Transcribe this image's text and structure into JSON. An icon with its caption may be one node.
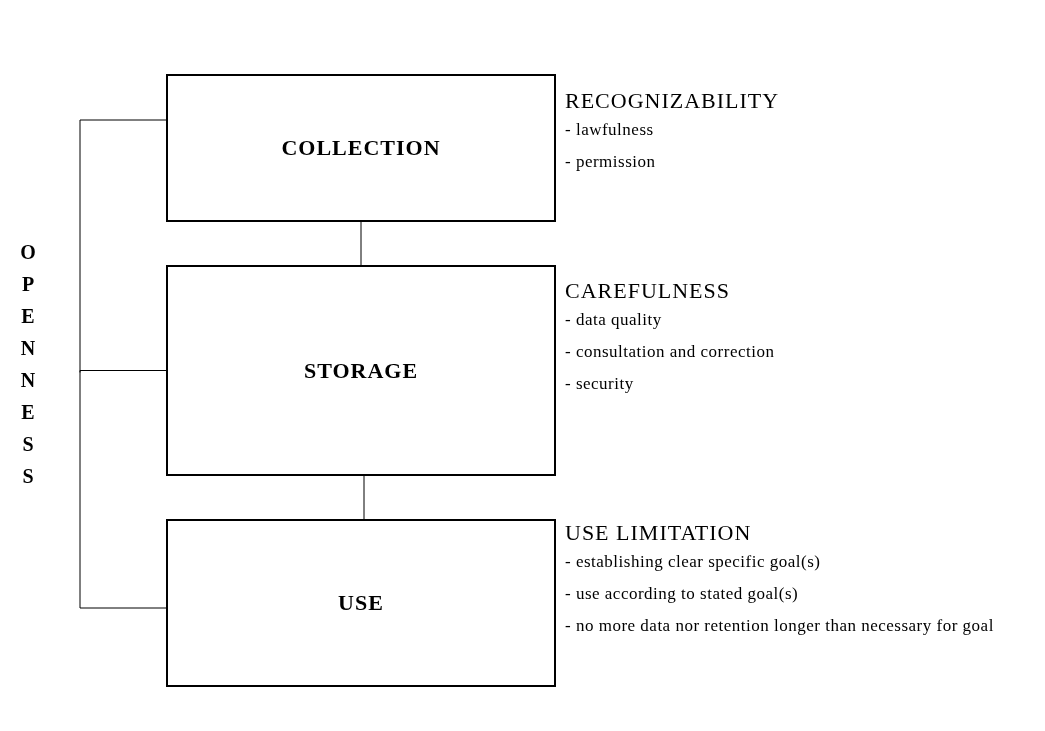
{
  "diagram": {
    "nodes": [
      {
        "text": [
          "OPENNESS"
        ]
      },
      {
        "text": [
          "COLLECTION"
        ],
        "beside": [
          "RECOGNIZABILITY",
          "- lawfulness",
          "- permission"
        ]
      },
      {
        "text": [
          "STORAGE"
        ],
        "beside": [
          "CAREFULNESS",
          "- data quality",
          "- consultation and correction",
          "- security"
        ]
      },
      {
        "text": [
          "USE"
        ],
        "beside": [
          "USE LIMITATION",
          "- establishing clear specific goal(s)",
          "- use according to stated goal(s)",
          "- no more data nor retention  longer than necessary for goal"
        ]
      }
    ],
    "edges": [
      {
        "from": 0,
        "to": 1,
        "arrow": "none"
      },
      {
        "from": 0,
        "to": 2,
        "arrow": "none"
      },
      {
        "from": 0,
        "to": 3,
        "arrow": "none"
      },
      {
        "from": 1,
        "to": 2,
        "arrow": "none"
      },
      {
        "from": 2,
        "to": 3,
        "arrow": "none"
      }
    ]
  }
}
